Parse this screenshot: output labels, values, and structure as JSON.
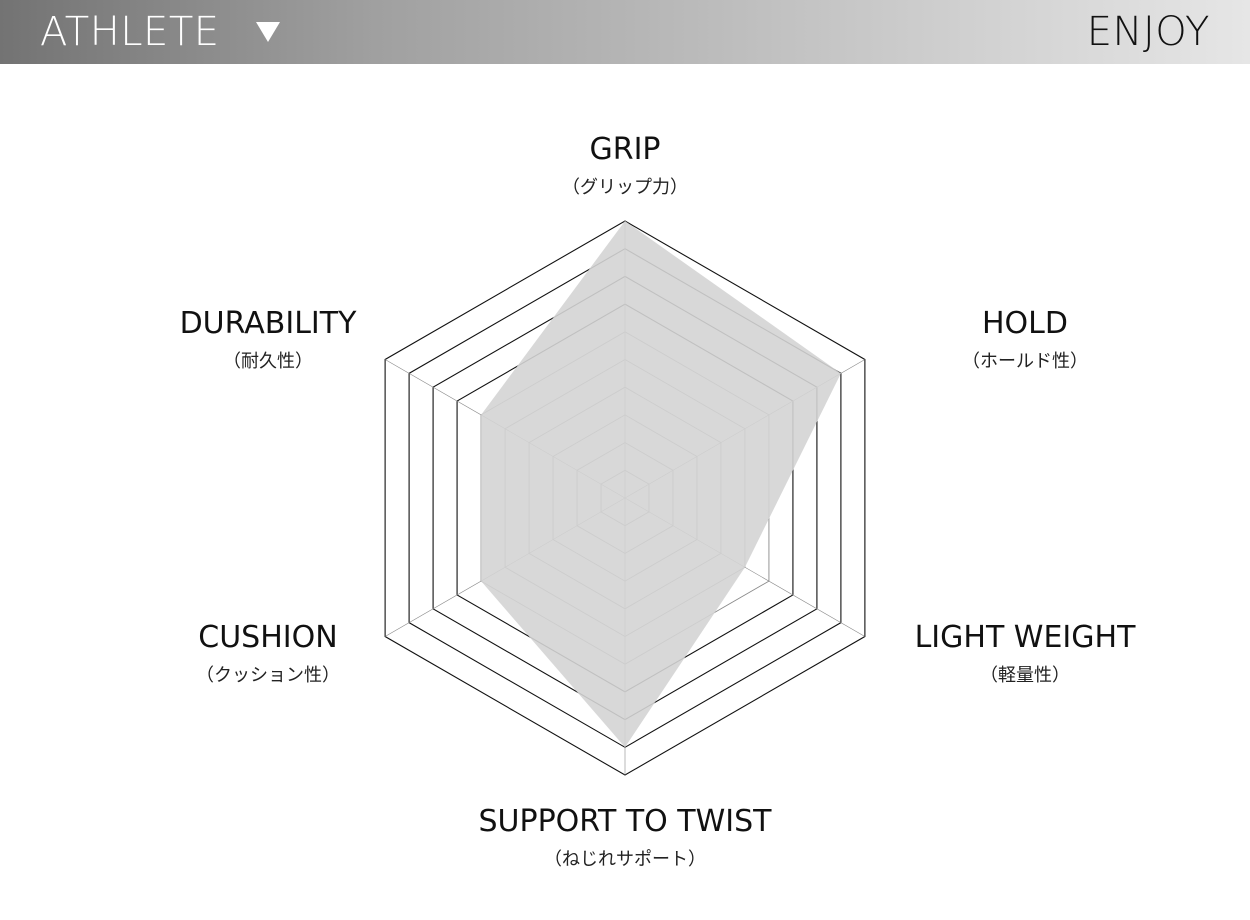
{
  "header": {
    "left_label": "ATHLETE",
    "dropdown_icon": "triangle-down-icon",
    "right_label": "ENJOY"
  },
  "chart_data": {
    "type": "radar",
    "axes": [
      {
        "name": "GRIP",
        "sub": "（グリップ力）"
      },
      {
        "name": "HOLD",
        "sub": "（ホールド性）"
      },
      {
        "name": "LIGHT WEIGHT",
        "sub": "（軽量性）"
      },
      {
        "name": "SUPPORT TO TWIST",
        "sub": "（ねじれサポート）"
      },
      {
        "name": "CUSHION",
        "sub": "（クッション性）"
      },
      {
        "name": "DURABILITY",
        "sub": "（耐久性）"
      }
    ],
    "series": [
      {
        "values": [
          10,
          9,
          5,
          9,
          6,
          6
        ]
      }
    ],
    "range": [
      0,
      10
    ],
    "levels": 10,
    "colors": {
      "fill": "#d4d4d4",
      "outer_grid": "#111111",
      "inner_grid": "#8a8a8a"
    }
  }
}
